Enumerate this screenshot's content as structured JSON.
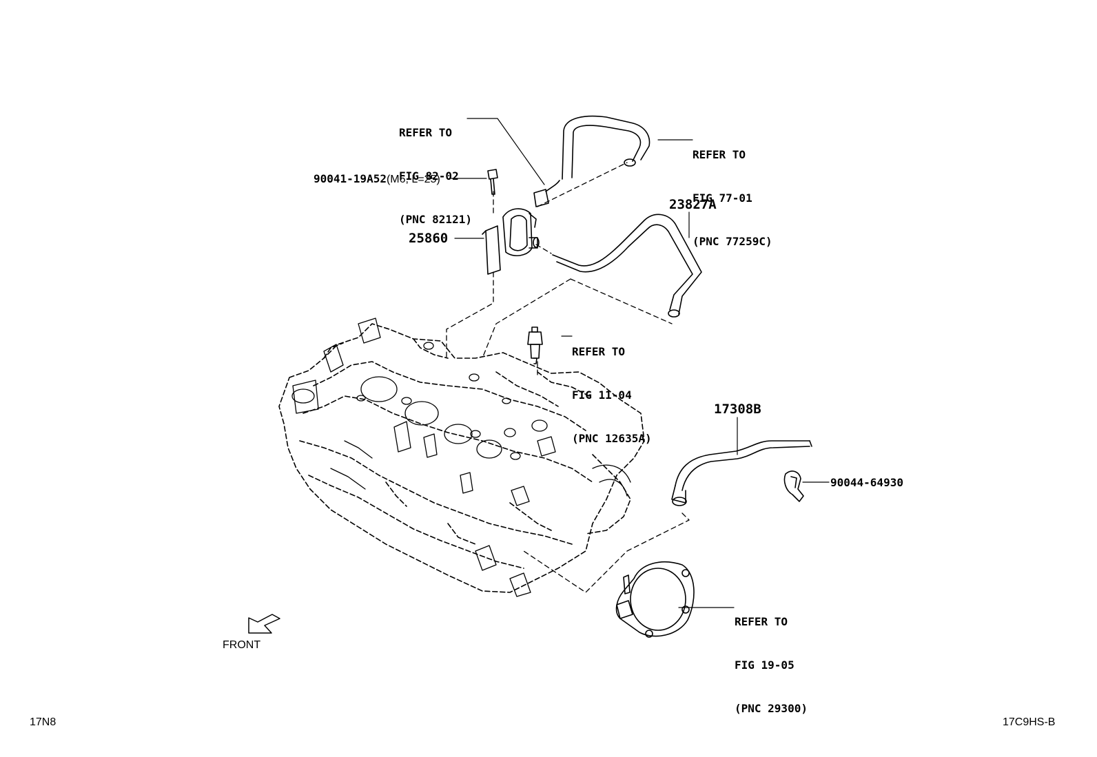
{
  "diagram": {
    "refs": [
      {
        "id": "ref_82_02",
        "lines": [
          "REFER TO",
          "FIG 82-02",
          "(PNC 82121)"
        ]
      },
      {
        "id": "ref_77_01",
        "lines": [
          "REFER TO",
          "FIG 77-01",
          "(PNC 77259C)"
        ]
      },
      {
        "id": "ref_11_04",
        "lines": [
          "REFER TO",
          "FIG 11-04",
          "(PNC 12635A)"
        ]
      },
      {
        "id": "ref_19_05",
        "lines": [
          "REFER TO",
          "FIG 19-05",
          "(PNC 29300)"
        ]
      }
    ],
    "parts": {
      "bolt": {
        "number": "90041-19A52",
        "spec": "(M6, L=25)"
      },
      "vsv": "25860",
      "hose_upper": "23827A",
      "hose_lower": "17308B",
      "clip": "90044-64930"
    },
    "front_label": "FRONT",
    "corner_left": "17N8",
    "corner_right": "17C9HS-B"
  },
  "colors": {
    "ink": "#000000",
    "background": "#ffffff"
  }
}
